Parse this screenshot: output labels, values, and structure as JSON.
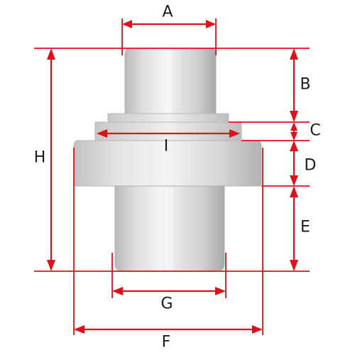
{
  "diagram": {
    "subject": "stepped cylindrical bushing with flange",
    "colors": {
      "dimension": "#e0101a",
      "part_light": "#f2f2f2",
      "part_mid": "#d2d2d2",
      "part_dark": "#a8a8a8",
      "label": "#1a1a1a"
    },
    "labels": {
      "A": "A",
      "B": "B",
      "C": "C",
      "D": "D",
      "E": "E",
      "F": "F",
      "G": "G",
      "H": "H",
      "I": "I"
    }
  }
}
